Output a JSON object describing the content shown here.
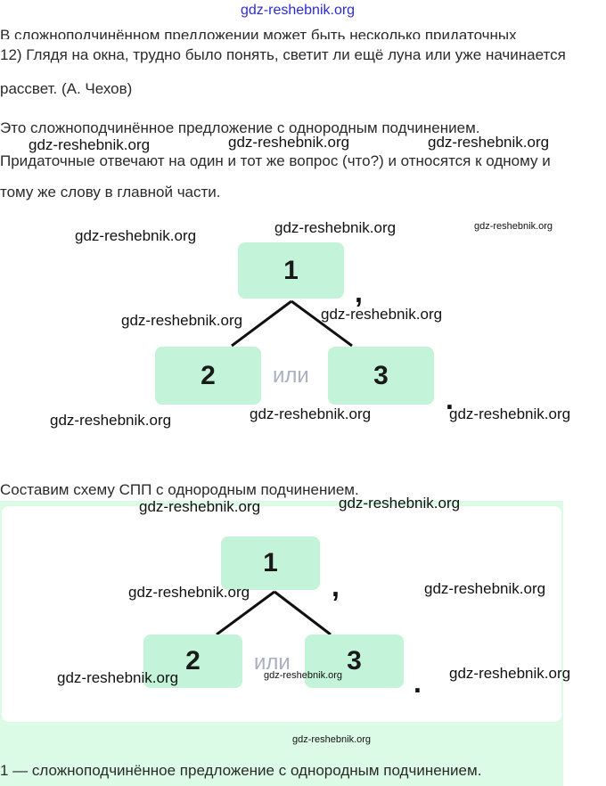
{
  "watermark": "gdz-reshebnik.org",
  "text": {
    "cut_line": "В сложноподчинённом предложении может быть несколько придаточных",
    "task_line1": "12) Глядя на окна, трудно было понять, светит ли ещё луна или уже начинается",
    "task_line2": "рассвет. (А. Чехов)",
    "expl_line1": "Это сложноподчинённое предложение с однородным подчинением.",
    "expl_line2": "Придаточные отвечают на один и тот же вопрос (что?) и относятся к одному и",
    "expl_line3": "тому же слову в главной части.",
    "scheme_intro": "Составим схему СПП с однородным подчинением.",
    "bottom": "1 — сложноподчинённое предложение с однородным подчинением."
  },
  "diagram": {
    "box1": "1",
    "box2": "2",
    "box3": "3",
    "conj": "или",
    "comma": ",",
    "dot": "."
  }
}
